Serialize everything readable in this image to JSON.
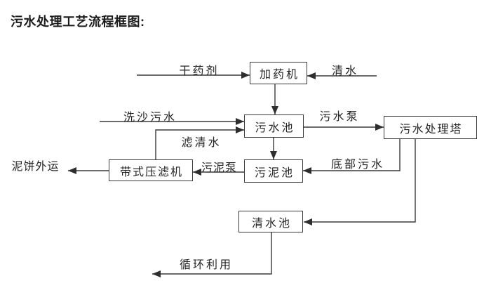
{
  "title": "污水处理工艺流程框图:",
  "colors": {
    "background": "#ffffff",
    "ink": "#242424",
    "line": "#3a3a3a"
  },
  "diagram": {
    "nodes": {
      "dosing_machine": "加药机",
      "sewage_pool": "污水池",
      "treatment_tower": "污水处理塔",
      "sludge_pool": "污泥池",
      "belt_filter_press": "带式压滤机",
      "clean_water_pool": "清水池"
    },
    "flow_labels": {
      "dry_agent": "干药剂",
      "clean_water": "清水",
      "sand_wash_sewage": "洗沙污水",
      "filtered_water": "滤清水",
      "sewage_pump": "污水泵",
      "bottom_sewage": "底部污水",
      "sludge_pump": "污泥泵",
      "mud_cake_out": "泥饼外运",
      "recycle": "循环利用"
    }
  }
}
